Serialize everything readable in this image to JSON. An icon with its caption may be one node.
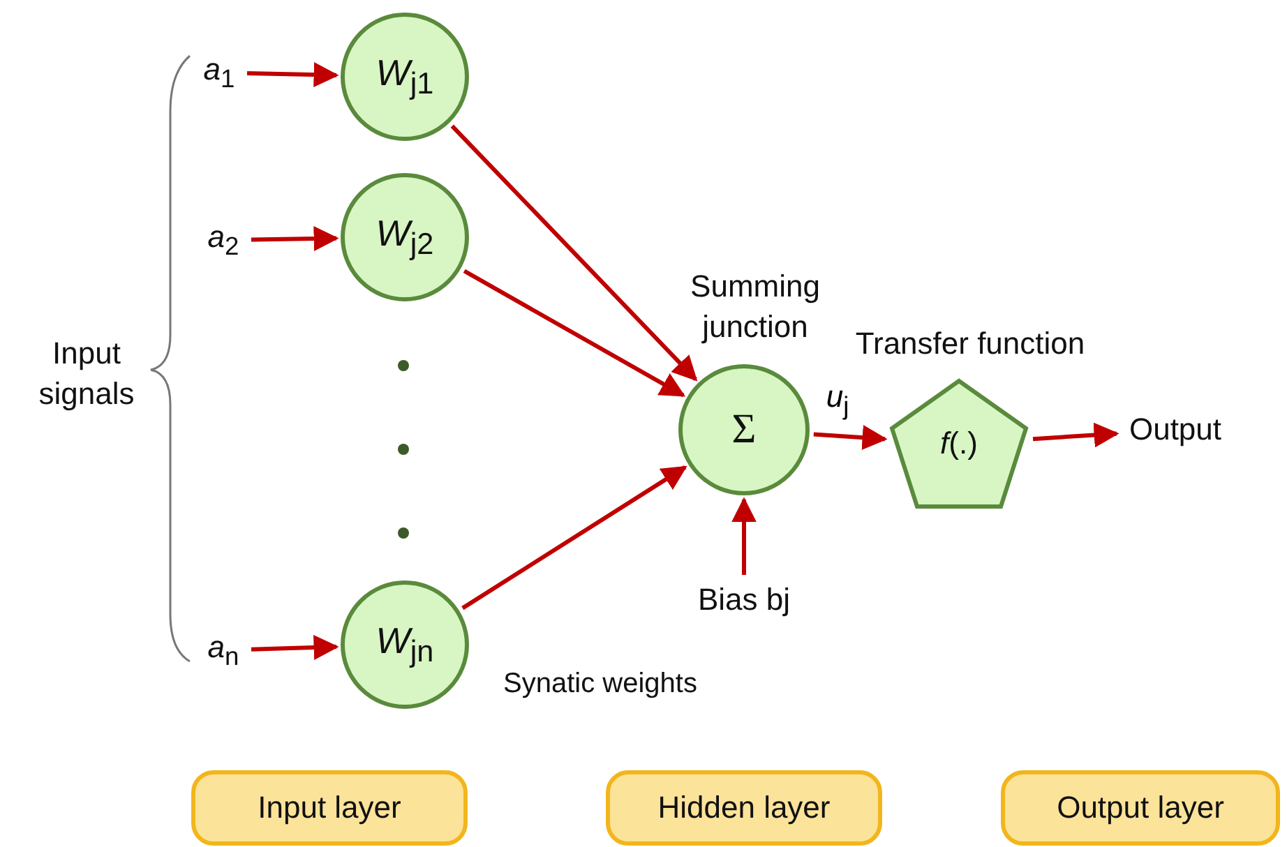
{
  "diagram": {
    "nodes": [
      {
        "text": [
          "*a*$_{1}$"
        ]
      },
      {
        "text": [
          "*W*$_{j1}$"
        ]
      },
      {
        "text": [
          "*a*$_{2}$"
        ]
      },
      {
        "text": [
          "*W*$_{j2}$"
        ]
      },
      {
        "text": [
          "*a*$_{n}$"
        ]
      },
      {
        "text": [
          "*W*$_{jn}$"
        ]
      },
      {
        "text": [
          "Σ"
        ],
        "beside": [
          "Summing junction"
        ]
      },
      {
        "text": [
          "*f*(.)"
        ],
        "beside": [
          "Transfer function"
        ]
      },
      {
        "text": [
          "Output"
        ]
      },
      {
        "text": [
          "Bias bj"
        ]
      },
      {
        "text": [
          "Input layer"
        ]
      },
      {
        "text": [
          "Hidden layer"
        ]
      },
      {
        "text": [
          "Output layer"
        ]
      }
    ],
    "edges": [
      {
        "from": 0,
        "to": 1,
        "arrow": "to"
      },
      {
        "from": 2,
        "to": 3,
        "arrow": "to"
      },
      {
        "from": 4,
        "to": 5,
        "arrow": "to"
      },
      {
        "from": 1,
        "to": 6,
        "arrow": "to"
      },
      {
        "from": 3,
        "to": 6,
        "arrow": "to"
      },
      {
        "from": 5,
        "to": 6,
        "arrow": "to"
      },
      {
        "from": 9,
        "to": 6,
        "arrow": "to"
      },
      {
        "from": 6,
        "to": 7,
        "arrow": "to",
        "label": "*u*$_{j}$"
      },
      {
        "from": 7,
        "to": 8,
        "arrow": "to"
      }
    ],
    "labels": [
      "Input signals",
      "Synatic weights"
    ]
  }
}
